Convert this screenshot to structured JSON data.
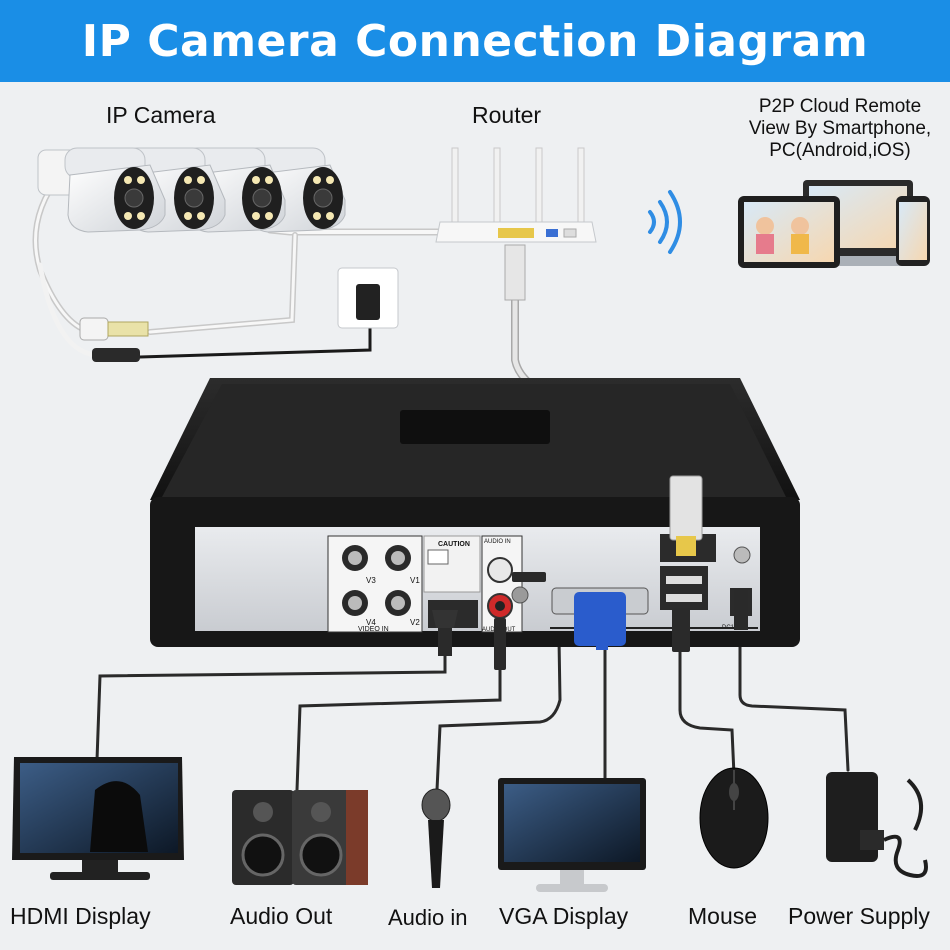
{
  "title": "IP Camera Connection Diagram",
  "top_labels": {
    "ip_camera": "IP Camera",
    "router": "Router",
    "p2p_lines": [
      "P2P Cloud Remote",
      "View By Smartphone,",
      "PC(Android,iOS)"
    ]
  },
  "nvr_panel": {
    "caution": "CAUTION",
    "audio_in": "AUDIO IN",
    "audio_out": "AUDIO OUT",
    "video_in": "VIDEO IN",
    "ports": [
      "V3",
      "V1",
      "V4",
      "V2"
    ],
    "power": "DC12V"
  },
  "devices": [
    {
      "label": "HDMI Display"
    },
    {
      "label": "Audio Out"
    },
    {
      "label": "Audio in"
    },
    {
      "label": "VGA Display"
    },
    {
      "label": "Mouse"
    },
    {
      "label": "Power Supply"
    }
  ],
  "colors": {
    "banner": "#1a8ee6",
    "background": "#eef0f2",
    "nvr_body": "#1b1b1b",
    "vga_blue": "#2a5ccc"
  }
}
